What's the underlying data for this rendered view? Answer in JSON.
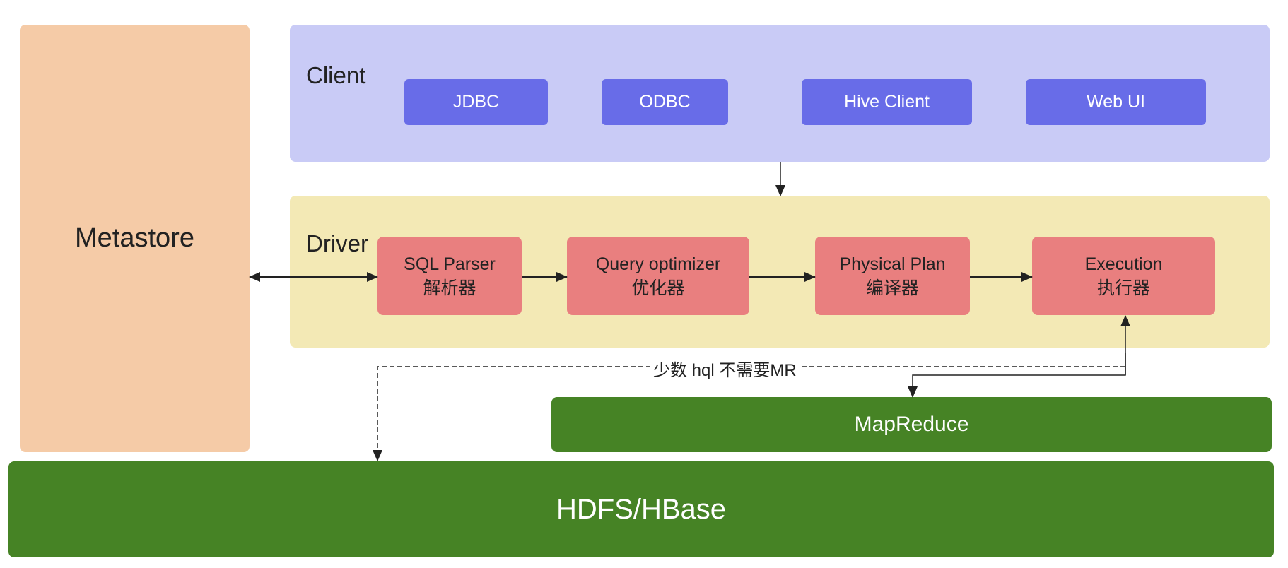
{
  "metastore": {
    "label": "Metastore"
  },
  "client": {
    "label": "Client",
    "items": [
      "JDBC",
      "ODBC",
      "Hive Client",
      "Web UI"
    ]
  },
  "driver": {
    "label": "Driver",
    "steps": [
      {
        "en": "SQL Parser",
        "zh": "解析器"
      },
      {
        "en": "Query optimizer",
        "zh": "优化器"
      },
      {
        "en": "Physical Plan",
        "zh": "编译器"
      },
      {
        "en": "Execution",
        "zh": "执行器"
      }
    ]
  },
  "mapreduce": {
    "label": "MapReduce"
  },
  "storage": {
    "label": "HDFS/HBase"
  },
  "note": "少数 hql 不需要MR",
  "colors": {
    "metastore": "#f5cba7",
    "client": "#c9cbf6",
    "client_item": "#686ce8",
    "driver": "#f3e9b5",
    "step": "#e97f7f",
    "green": "#468325"
  }
}
